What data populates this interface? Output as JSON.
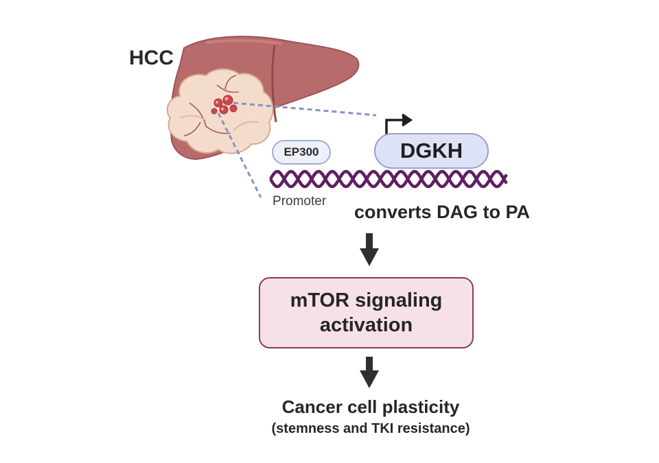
{
  "labels": {
    "tumor": "HCC",
    "cofactor": "EP300",
    "gene": "DGKH",
    "promoter": "Promoter",
    "enzyme_function": "converts DAG to PA"
  },
  "pathway": {
    "box_line1": "mTOR signaling",
    "box_line2": "activation"
  },
  "outcome": {
    "title": "Cancer cell plasticity",
    "subtitle": "(stemness and TKI resistance)"
  },
  "colors": {
    "liver": "#b86b6b",
    "tumor": "#f4dccd",
    "dna_strand": "#5e1f63",
    "gene_box_fill": "#dde3f6",
    "gene_box_border": "#93a1d3",
    "mtor_box_fill": "#f6e1e8",
    "mtor_box_border": "#8e3a55",
    "arrow": "#2f2f2f"
  },
  "icons": [
    "liver-icon",
    "tumor-icon",
    "transcription-start-arrow-icon",
    "dna-helix-icon",
    "down-arrow-icon"
  ]
}
